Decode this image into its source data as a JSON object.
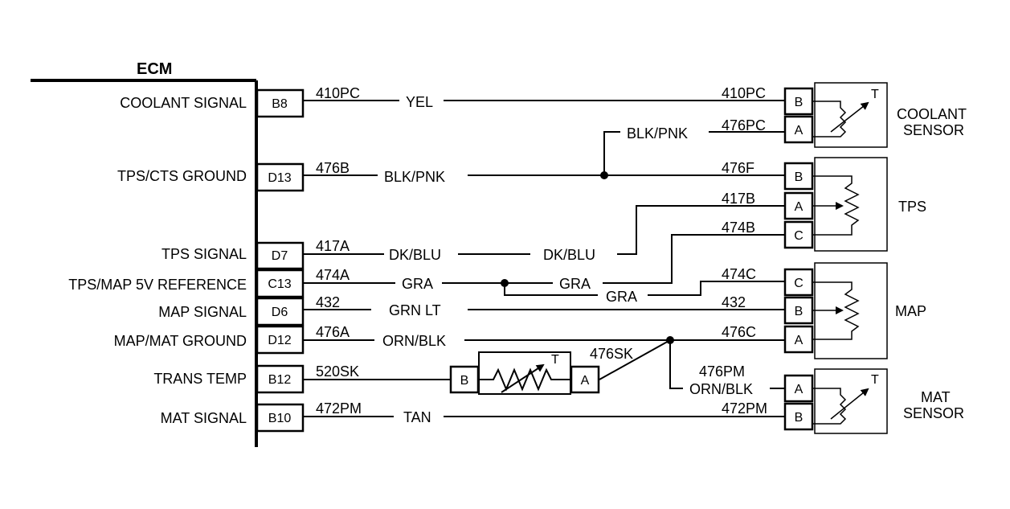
{
  "ecm": {
    "title": "ECM",
    "pins": [
      {
        "label": "COOLANT SIGNAL",
        "pin": "B8"
      },
      {
        "label": "TPS/CTS GROUND",
        "pin": "D13"
      },
      {
        "label": "TPS SIGNAL",
        "pin": "D7"
      },
      {
        "label": "TPS/MAP 5V REFERENCE",
        "pin": "C13"
      },
      {
        "label": "MAP SIGNAL",
        "pin": "D6"
      },
      {
        "label": "MAP/MAT GROUND",
        "pin": "D12"
      },
      {
        "label": "TRANS TEMP",
        "pin": "B12"
      },
      {
        "label": "MAT SIGNAL",
        "pin": "B10"
      }
    ]
  },
  "wires": {
    "c410_left": "410PC",
    "yel": "YEL",
    "c410_right": "410PC",
    "c476pc": "476PC",
    "blkpnk_top": "BLK/PNK",
    "c476b": "476B",
    "blkpnk": "BLK/PNK",
    "c476f": "476F",
    "c417b": "417B",
    "c474b": "474B",
    "c417a": "417A",
    "dkblu_1": "DK/BLU",
    "dkblu_2": "DK/BLU",
    "c474a": "474A",
    "gra_1": "GRA",
    "gra_2": "GRA",
    "gra_3": "GRA",
    "c474c": "474C",
    "c432_left": "432",
    "grnlt": "GRN LT",
    "c432_right": "432",
    "c476a": "476A",
    "ornblk": "ORN/BLK",
    "c476c": "476C",
    "c520sk": "520SK",
    "c476sk": "476SK",
    "c476pm": "476PM",
    "ornblk_2": "ORN/BLK",
    "c472pm_left": "472PM",
    "tan": "TAN",
    "c472pm_right": "472PM"
  },
  "components": {
    "coolant": {
      "line1": "COOLANT",
      "line2": "SENSOR",
      "pins": [
        "B",
        "A"
      ],
      "t": "T"
    },
    "tps": {
      "name": "TPS",
      "pins": [
        "B",
        "A",
        "C"
      ]
    },
    "map": {
      "name": "MAP",
      "pins": [
        "C",
        "B",
        "A"
      ]
    },
    "mat": {
      "line1": "MAT",
      "line2": "SENSOR",
      "pins": [
        "A",
        "B"
      ],
      "t": "T"
    },
    "trans": {
      "pins": [
        "B",
        "A"
      ],
      "t": "T"
    }
  }
}
